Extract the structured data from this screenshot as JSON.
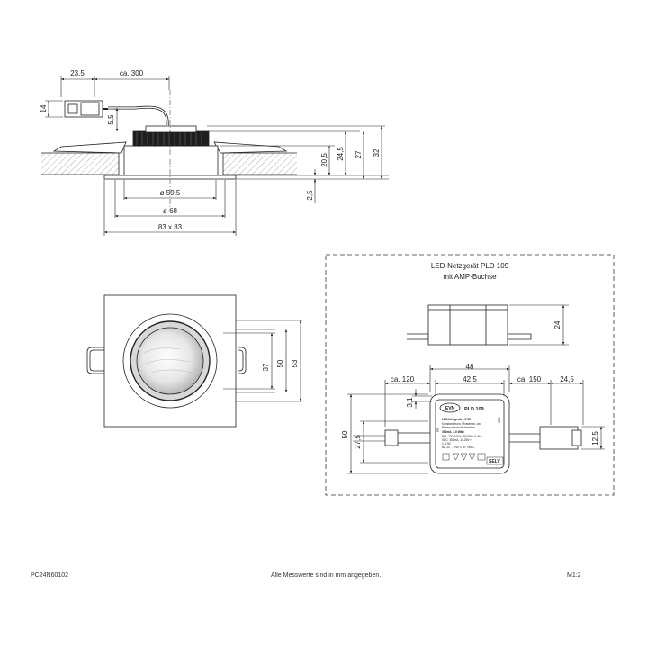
{
  "side_view": {
    "dims": {
      "d23_5": "23,5",
      "ca300": "ca. 300",
      "d14": "14",
      "d5_5": "5,5",
      "d20_5": "20,5",
      "d24_5": "24,5",
      "d27": "27",
      "d32": "32",
      "d2_5": "2,5",
      "d59_5": "ø 59,5",
      "d68": "ø 68",
      "d83": "83 x 83"
    }
  },
  "top_view": {
    "dims": {
      "d37": "37",
      "d50": "50",
      "d53": "53"
    }
  },
  "driver_panel": {
    "title_line1": "LED-Netzgerät PLD 109",
    "title_line2": "mit AMP-Buchse",
    "dims": {
      "d24": "24",
      "d48": "48",
      "d42_5": "42,5",
      "ca120": "ca. 120",
      "ca150": "ca. 150",
      "d24_5": "24,5",
      "d3_1": "3,1",
      "d50": "50",
      "d27_5": "27,5",
      "d12_5": "12,5"
    },
    "label": {
      "brand": "EVN",
      "model": "PLD 109",
      "line1": "LED-Netzgerät  –  IP65",
      "line2": "Konstantstrom, Phasenan- und",
      "line3": "Phasenabschnitt dimmbar",
      "line4": "350mA, 3-9 Watt",
      "line5": "PRI: 220-240V~ 50/60Hz 0,06A",
      "line6": "SEC: 350mA, 10-26V⎓",
      "line7": "λ: 0.90",
      "line8": "ta: -20 ... +50°C  tc: +85°C",
      "primary_tag": "PRI",
      "secondary_tag": "SEC",
      "selv_mark": "SELV"
    }
  },
  "footer": {
    "code": "PC24N60102",
    "note": "Alle Messwerte sind in mm angegeben.",
    "scale": "M1:2"
  }
}
